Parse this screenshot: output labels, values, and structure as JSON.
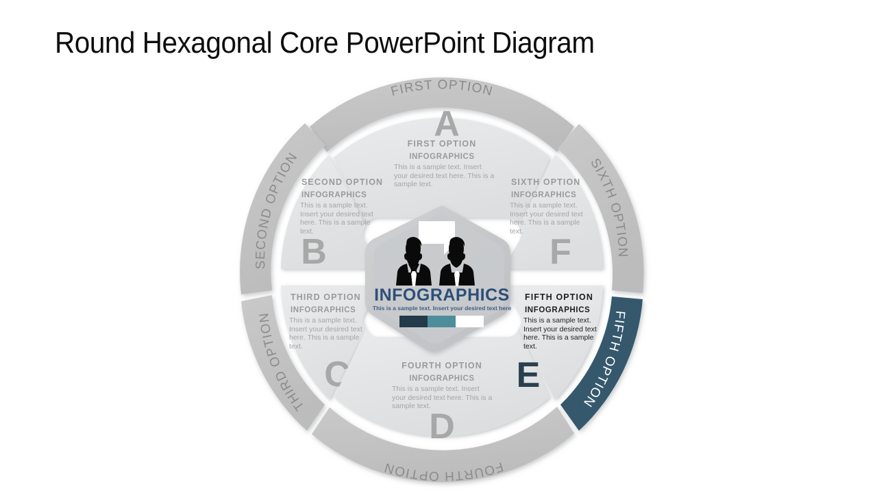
{
  "slide": {
    "title": "Round Hexagonal Core PowerPoint Diagram",
    "background_color": "#ffffff"
  },
  "theme": {
    "ring_gray": "#c3c3c3",
    "wedge_gray": "#e4e6e6",
    "highlight_color": "#35596d",
    "core_hex_outer": "#c6c8ca",
    "core_hex_inner": "#c9cbcd",
    "core_title_color": "#2d4f77",
    "letter_gray": "#a8a8a8",
    "letter_active": "#29404f",
    "text_gray": "#9a9a9a",
    "body_gray": "#a5a5a5"
  },
  "core": {
    "icon_people": "two-businessmen-icon",
    "icon_bubble": "speech-bubble-icon",
    "title": "INFOGRAPHICS",
    "subtitle": "This is a sample text. Insert your desired text here",
    "bar_segments": [
      {
        "name": "segment-dark",
        "color": "#223a4a"
      },
      {
        "name": "segment-teal",
        "color": "#4e8d9c"
      },
      {
        "name": "segment-white",
        "color": "#ffffff"
      }
    ]
  },
  "segments": [
    {
      "id": "first",
      "letter": "A",
      "ring_label": "FIRST OPTION",
      "heading": "FIRST  OPTION",
      "subheading": "INFOGRAPHICS",
      "body": "This is a sample text. Insert your desired text here. This is a sample text.",
      "active": false
    },
    {
      "id": "second",
      "letter": "B",
      "ring_label": "SECOND OPTION",
      "heading": "SECOND  OPTION",
      "subheading": "INFOGRAPHICS",
      "body": "This is a sample text. Insert your desired text here. This is a sample text.",
      "active": false
    },
    {
      "id": "third",
      "letter": "C",
      "ring_label": "THIRD OPTION",
      "heading": "THIRD  OPTION",
      "subheading": "INFOGRAPHICS",
      "body": "This is a sample text. Insert your desired text here. This is a sample text.",
      "active": false
    },
    {
      "id": "fourth",
      "letter": "D",
      "ring_label": "FOURTH OPTION",
      "heading": "FOURTH  OPTION",
      "subheading": "INFOGRAPHICS",
      "body": "This is a sample text. Insert your desired text here. This is a sample text.",
      "active": false
    },
    {
      "id": "fifth",
      "letter": "E",
      "ring_label": "FIFTH OPTION",
      "heading": "FIFTH  OPTION",
      "subheading": "INFOGRAPHICS",
      "body": "This is a sample text. Insert your desired text here. This is a sample text.",
      "active": true
    },
    {
      "id": "sixth",
      "letter": "F",
      "ring_label": "SIXTH OPTION",
      "heading": "SIXTH  OPTION",
      "subheading": "INFOGRAPHICS",
      "body": "This is a sample text. Insert your desired text here. This is a sample text.",
      "active": false
    }
  ]
}
